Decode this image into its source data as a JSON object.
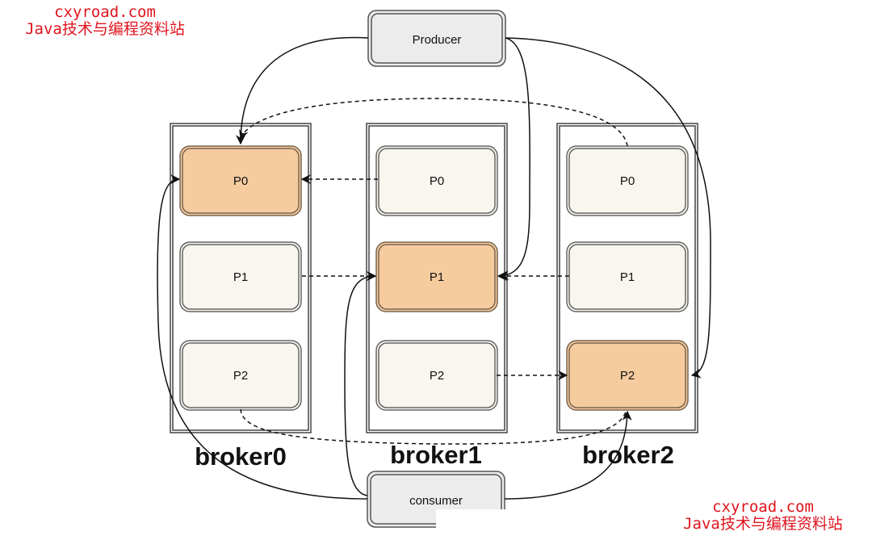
{
  "watermark": {
    "site": "cxyroad.com",
    "tagline": "Java技术与编程资料站"
  },
  "colors": {
    "leader_fill": "#f6cc9f",
    "follower_fill": "#f8f6ef",
    "client_fill": "#ececec",
    "border": "#555555",
    "watermark": "#e0141e"
  },
  "producer": {
    "label": "Producer"
  },
  "consumer": {
    "label": "consumer"
  },
  "brokers": [
    {
      "name": "broker0",
      "partitions": [
        {
          "label": "P0",
          "role": "leader"
        },
        {
          "label": "P1",
          "role": "follower"
        },
        {
          "label": "P2",
          "role": "follower"
        }
      ]
    },
    {
      "name": "broker1",
      "partitions": [
        {
          "label": "P0",
          "role": "follower"
        },
        {
          "label": "P1",
          "role": "leader"
        },
        {
          "label": "P2",
          "role": "follower"
        }
      ]
    },
    {
      "name": "broker2",
      "partitions": [
        {
          "label": "P0",
          "role": "follower"
        },
        {
          "label": "P1",
          "role": "follower"
        },
        {
          "label": "P2",
          "role": "leader"
        }
      ]
    }
  ]
}
